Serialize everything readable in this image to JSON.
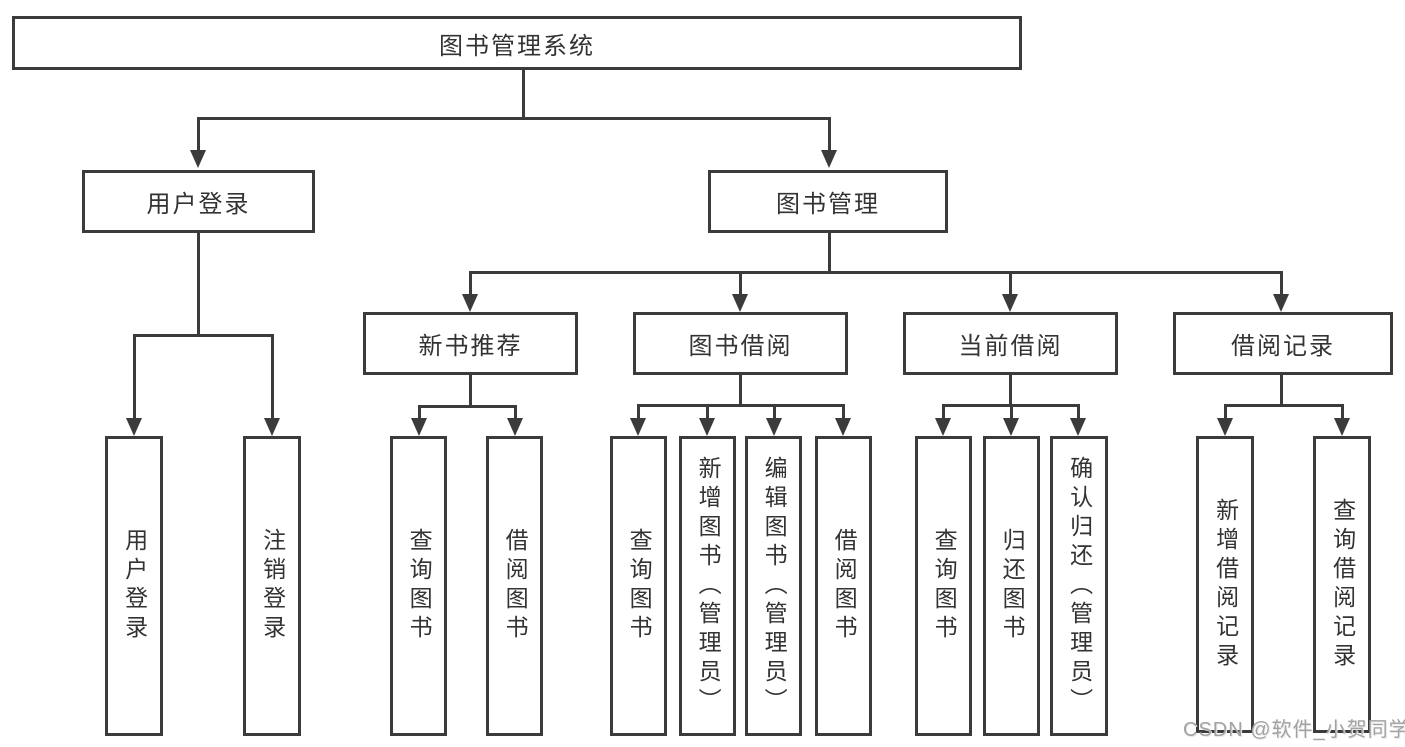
{
  "colors": {
    "line": "#3b3b3b",
    "text": "#333333",
    "background": "#ffffff",
    "watermark": "#a3a3a3"
  },
  "watermark": {
    "text": "CSDN @软件_小贺同学"
  },
  "tree": {
    "root": {
      "label": "图书管理系统"
    },
    "branches": [
      {
        "label": "用户登录",
        "children": [
          {
            "label": "用户登录"
          },
          {
            "label": "注销登录"
          }
        ]
      },
      {
        "label": "图书管理",
        "children": [
          {
            "label": "新书推荐",
            "children": [
              {
                "label": "查询图书"
              },
              {
                "label": "借阅图书"
              }
            ]
          },
          {
            "label": "图书借阅",
            "children": [
              {
                "label": "查询图书"
              },
              {
                "label": "新增图书（管理员）"
              },
              {
                "label": "编辑图书（管理员）"
              },
              {
                "label": "借阅图书"
              }
            ]
          },
          {
            "label": "当前借阅",
            "children": [
              {
                "label": "查询图书"
              },
              {
                "label": "归还图书"
              },
              {
                "label": "确认归还（管理员）"
              }
            ]
          },
          {
            "label": "借阅记录",
            "children": [
              {
                "label": "新增借阅记录"
              },
              {
                "label": "查询借阅记录"
              }
            ]
          }
        ]
      }
    ]
  }
}
